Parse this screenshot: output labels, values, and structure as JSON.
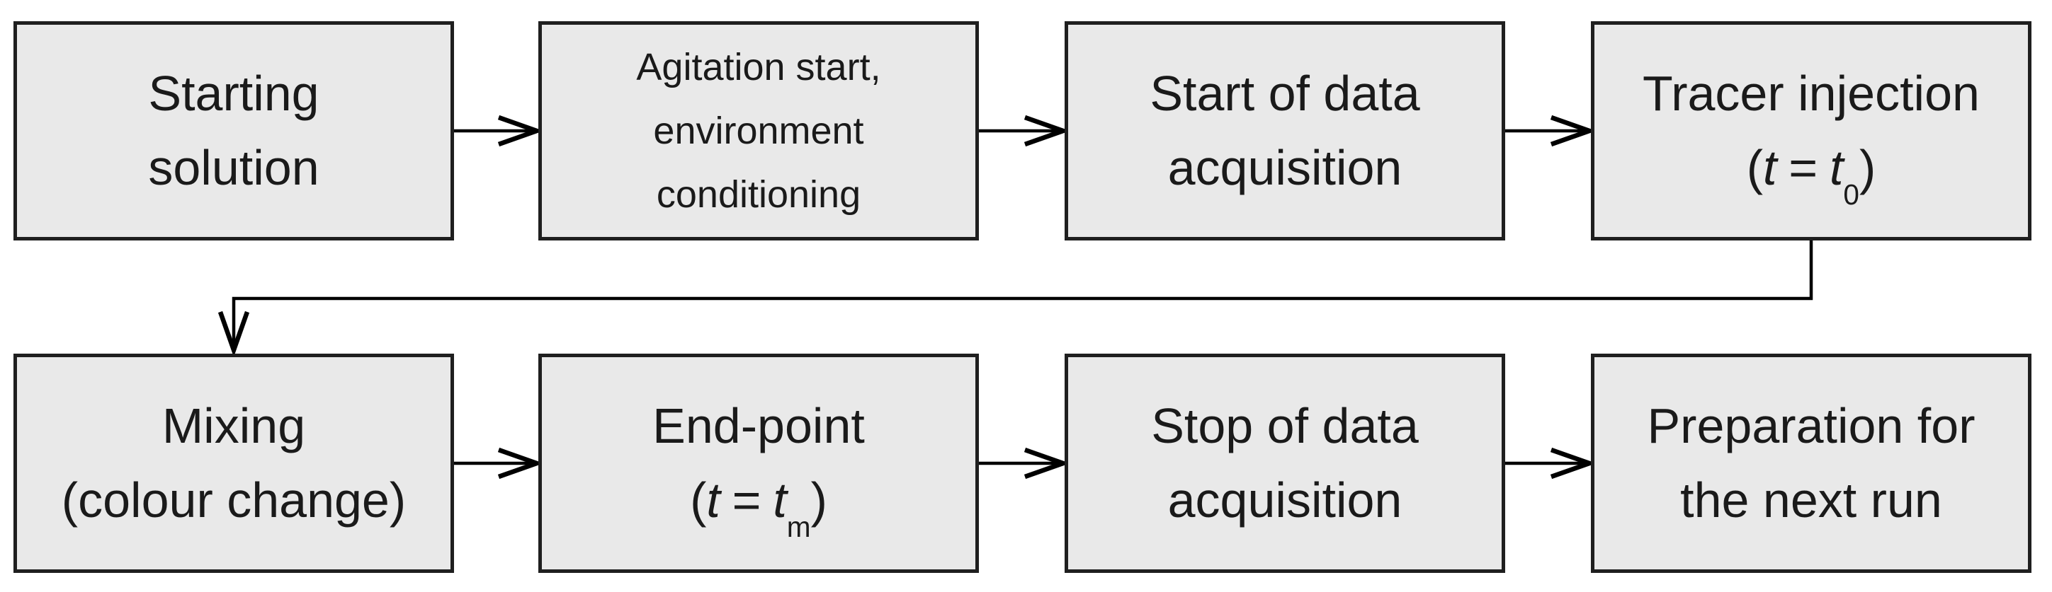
{
  "colors": {
    "page_bg": "#ffffff",
    "box_fill": "#e9e9e9",
    "box_border": "#1f1f1f",
    "arrow": "#000000",
    "text": "#1a1a1a"
  },
  "boxes": {
    "b1": {
      "line1": "Starting",
      "line2": "solution"
    },
    "b2": {
      "line1": "Agitation start,",
      "line2": "environment",
      "line3": "conditioning"
    },
    "b3": {
      "line1": "Start of data",
      "line2": "acquisition"
    },
    "b4": {
      "line1": "Tracer injection",
      "math": {
        "open": "(",
        "lhs": "t",
        "rel": "=",
        "rhs": "t",
        "sub": "0",
        "close": ")"
      }
    },
    "b5": {
      "line1": "Mixing",
      "line2": "(colour change)"
    },
    "b6": {
      "line1": "End-point",
      "math": {
        "open": "(",
        "lhs": "t",
        "rel": "=",
        "rhs": "t",
        "sub": "m",
        "close": ")"
      }
    },
    "b7": {
      "line1": "Stop of data",
      "line2": "acquisition"
    },
    "b8": {
      "line1": "Preparation for",
      "line2": "the next run"
    }
  },
  "flow": [
    {
      "from": "starting-solution",
      "to": "agitation-start-environment-conditioning"
    },
    {
      "from": "agitation-start-environment-conditioning",
      "to": "start-of-data-acquisition"
    },
    {
      "from": "start-of-data-acquisition",
      "to": "tracer-injection"
    },
    {
      "from": "tracer-injection",
      "to": "mixing-colour-change"
    },
    {
      "from": "mixing-colour-change",
      "to": "end-point"
    },
    {
      "from": "end-point",
      "to": "stop-of-data-acquisition"
    },
    {
      "from": "stop-of-data-acquisition",
      "to": "preparation-for-next-run"
    }
  ]
}
